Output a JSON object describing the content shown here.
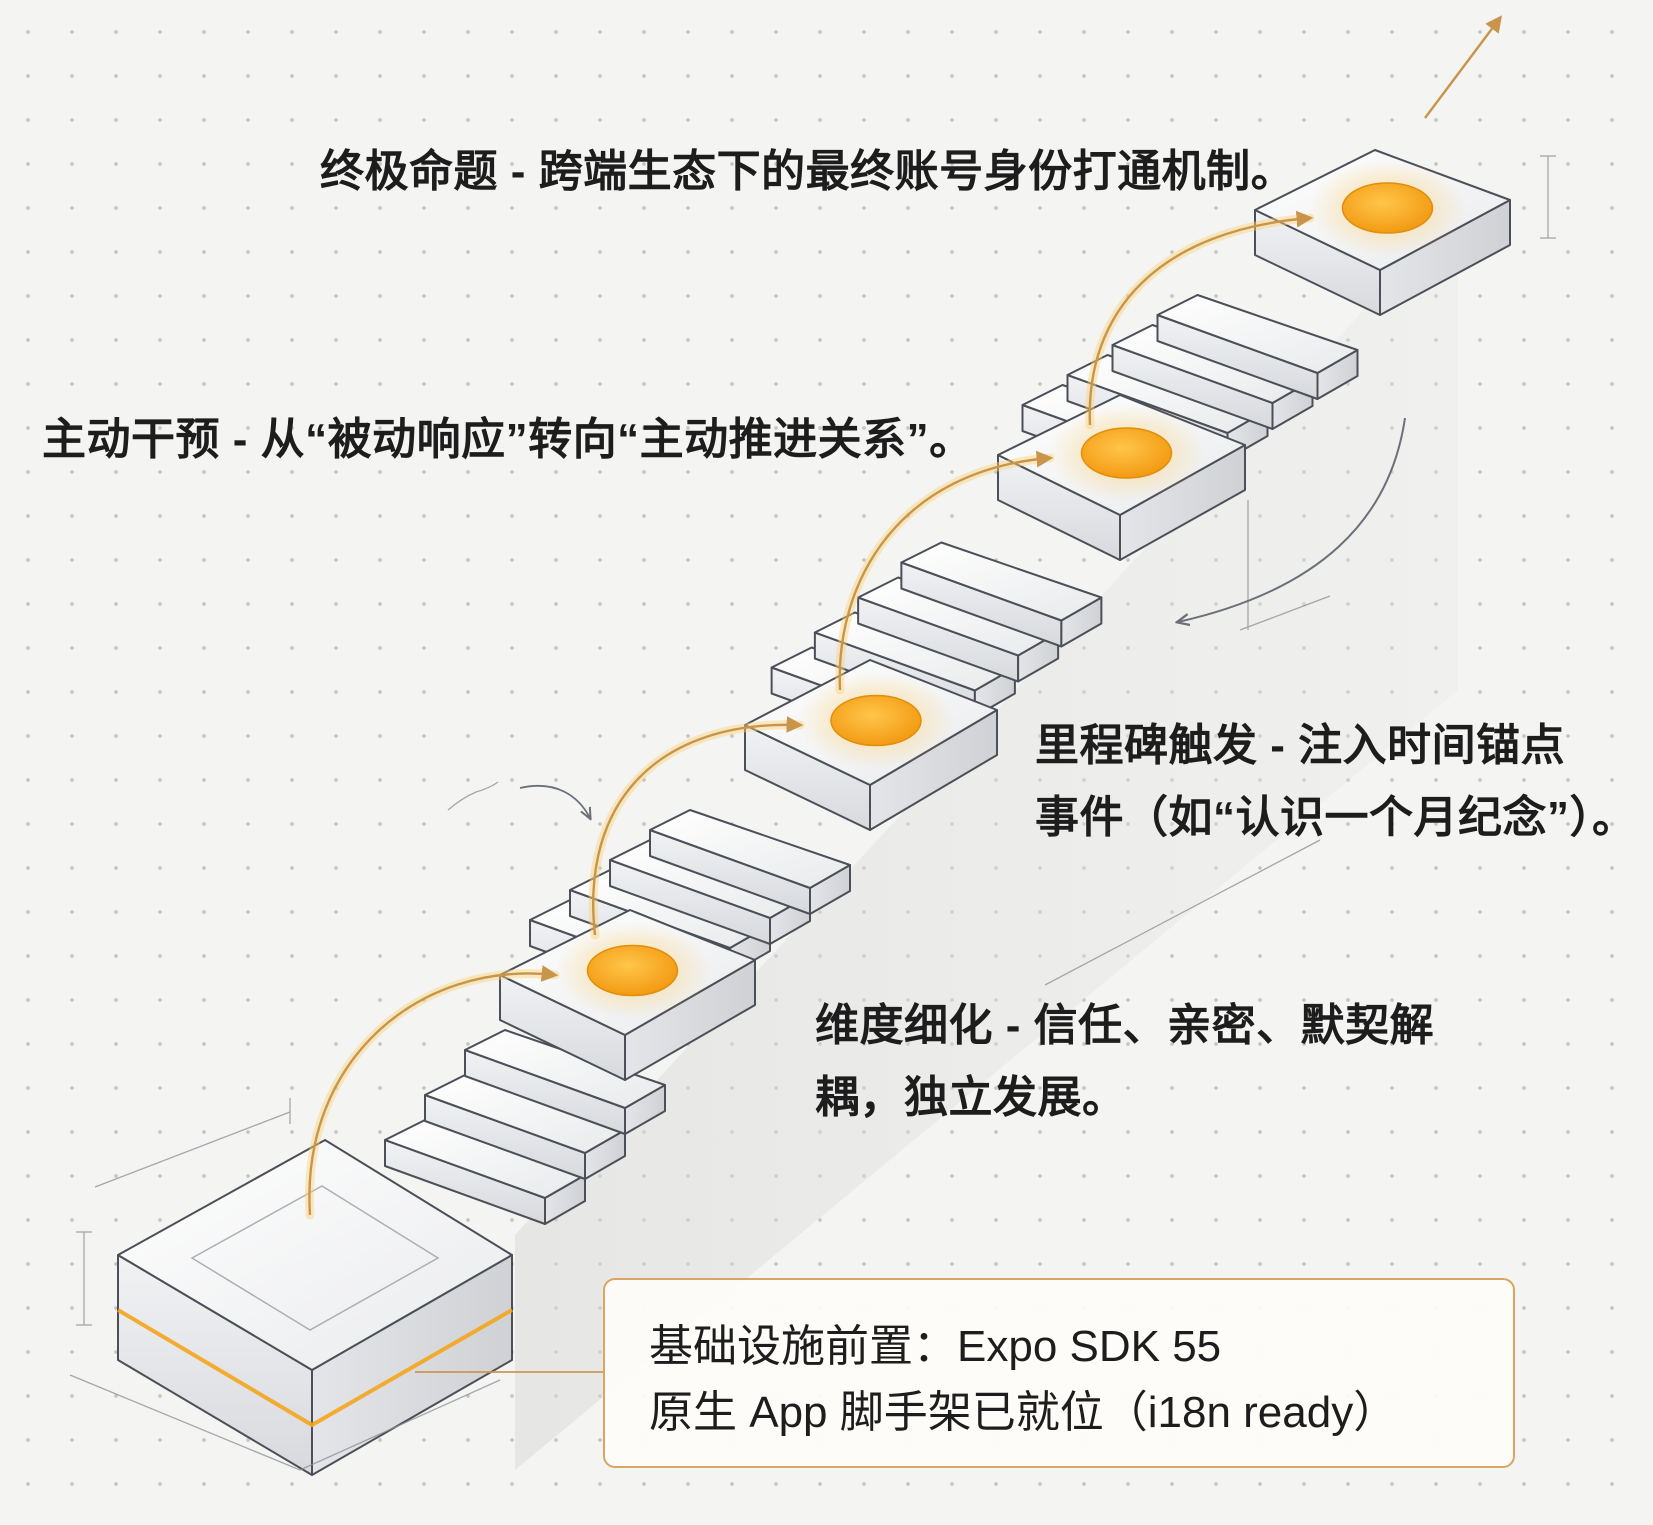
{
  "colors": {
    "accent": "#f4a51c",
    "glow": "#fbd27a",
    "arrow": "#c9954a",
    "outline": "#4b4f57",
    "box_border": "#d9a561"
  },
  "labels": {
    "goal": "终极命题 - 跨端生态下的最终账号身份打通机制。",
    "active": "主动干预 - 从“被动响应”转向“主动推进关系”。",
    "milestone_line1": "里程碑触发 - 注入时间锚点",
    "milestone_line2": "事件（如“认识一个月纪念”）。",
    "dimension_line1": "维度细化 - 信任、亲密、默契解",
    "dimension_line2": "耦，独立发展。"
  },
  "info_box": {
    "line1": "基础设施前置：Expo SDK 55",
    "line2": "原生 App 脚手架已就位（i18n ready）"
  },
  "icons": {
    "top_arrow": "arrow-up-right-icon",
    "return_arrow": "curved-return-arrow-icon"
  }
}
